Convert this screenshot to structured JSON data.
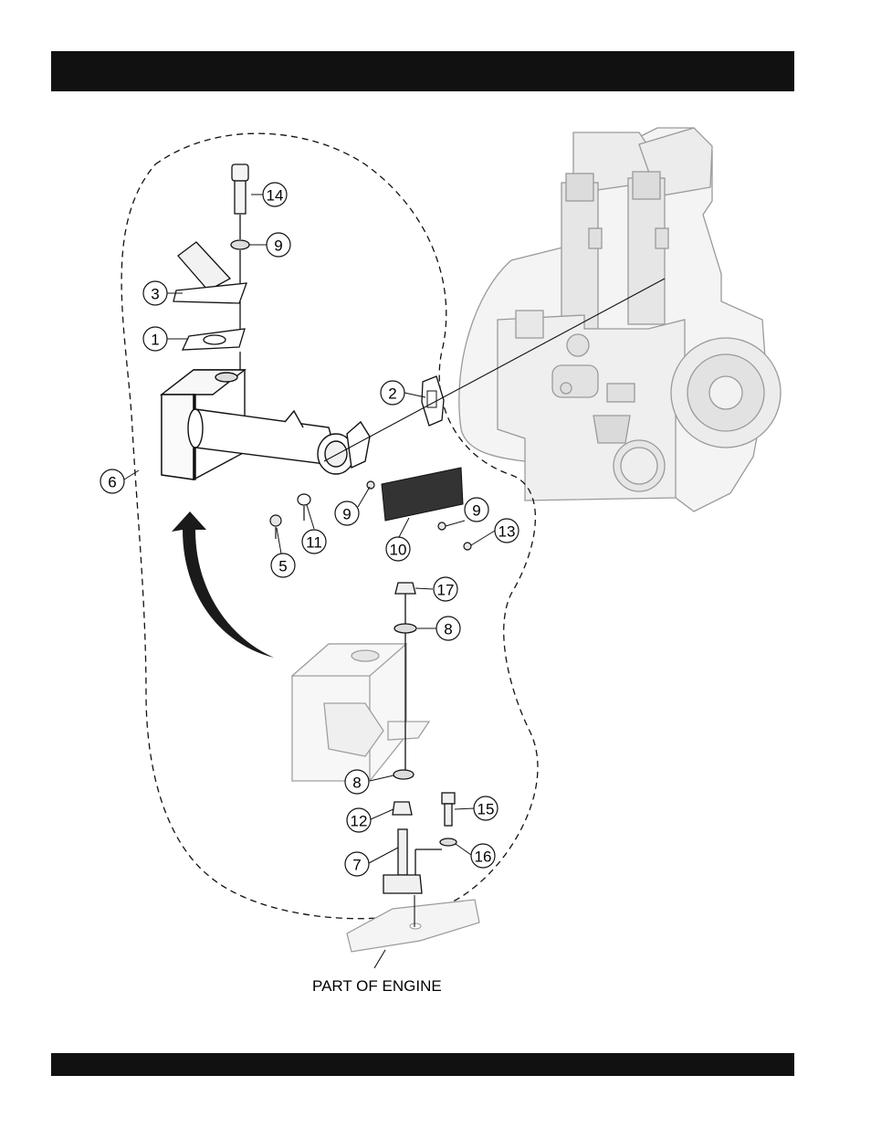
{
  "header_bar": "",
  "footer_bar": "",
  "engine_label": "PART OF ENGINE",
  "callouts": [
    {
      "id": "c14",
      "label": "14"
    },
    {
      "id": "c9a",
      "label": "9"
    },
    {
      "id": "c3",
      "label": "3"
    },
    {
      "id": "c1",
      "label": "1"
    },
    {
      "id": "c2",
      "label": "2"
    },
    {
      "id": "c6",
      "label": "6"
    },
    {
      "id": "c9b",
      "label": "9"
    },
    {
      "id": "c9c",
      "label": "9"
    },
    {
      "id": "c13",
      "label": "13"
    },
    {
      "id": "c10",
      "label": "10"
    },
    {
      "id": "c11",
      "label": "11"
    },
    {
      "id": "c5",
      "label": "5"
    },
    {
      "id": "c17",
      "label": "17"
    },
    {
      "id": "c8a",
      "label": "8"
    },
    {
      "id": "c8b",
      "label": "8"
    },
    {
      "id": "c12",
      "label": "12"
    },
    {
      "id": "c15",
      "label": "15"
    },
    {
      "id": "c7",
      "label": "7"
    },
    {
      "id": "c16",
      "label": "16"
    }
  ]
}
